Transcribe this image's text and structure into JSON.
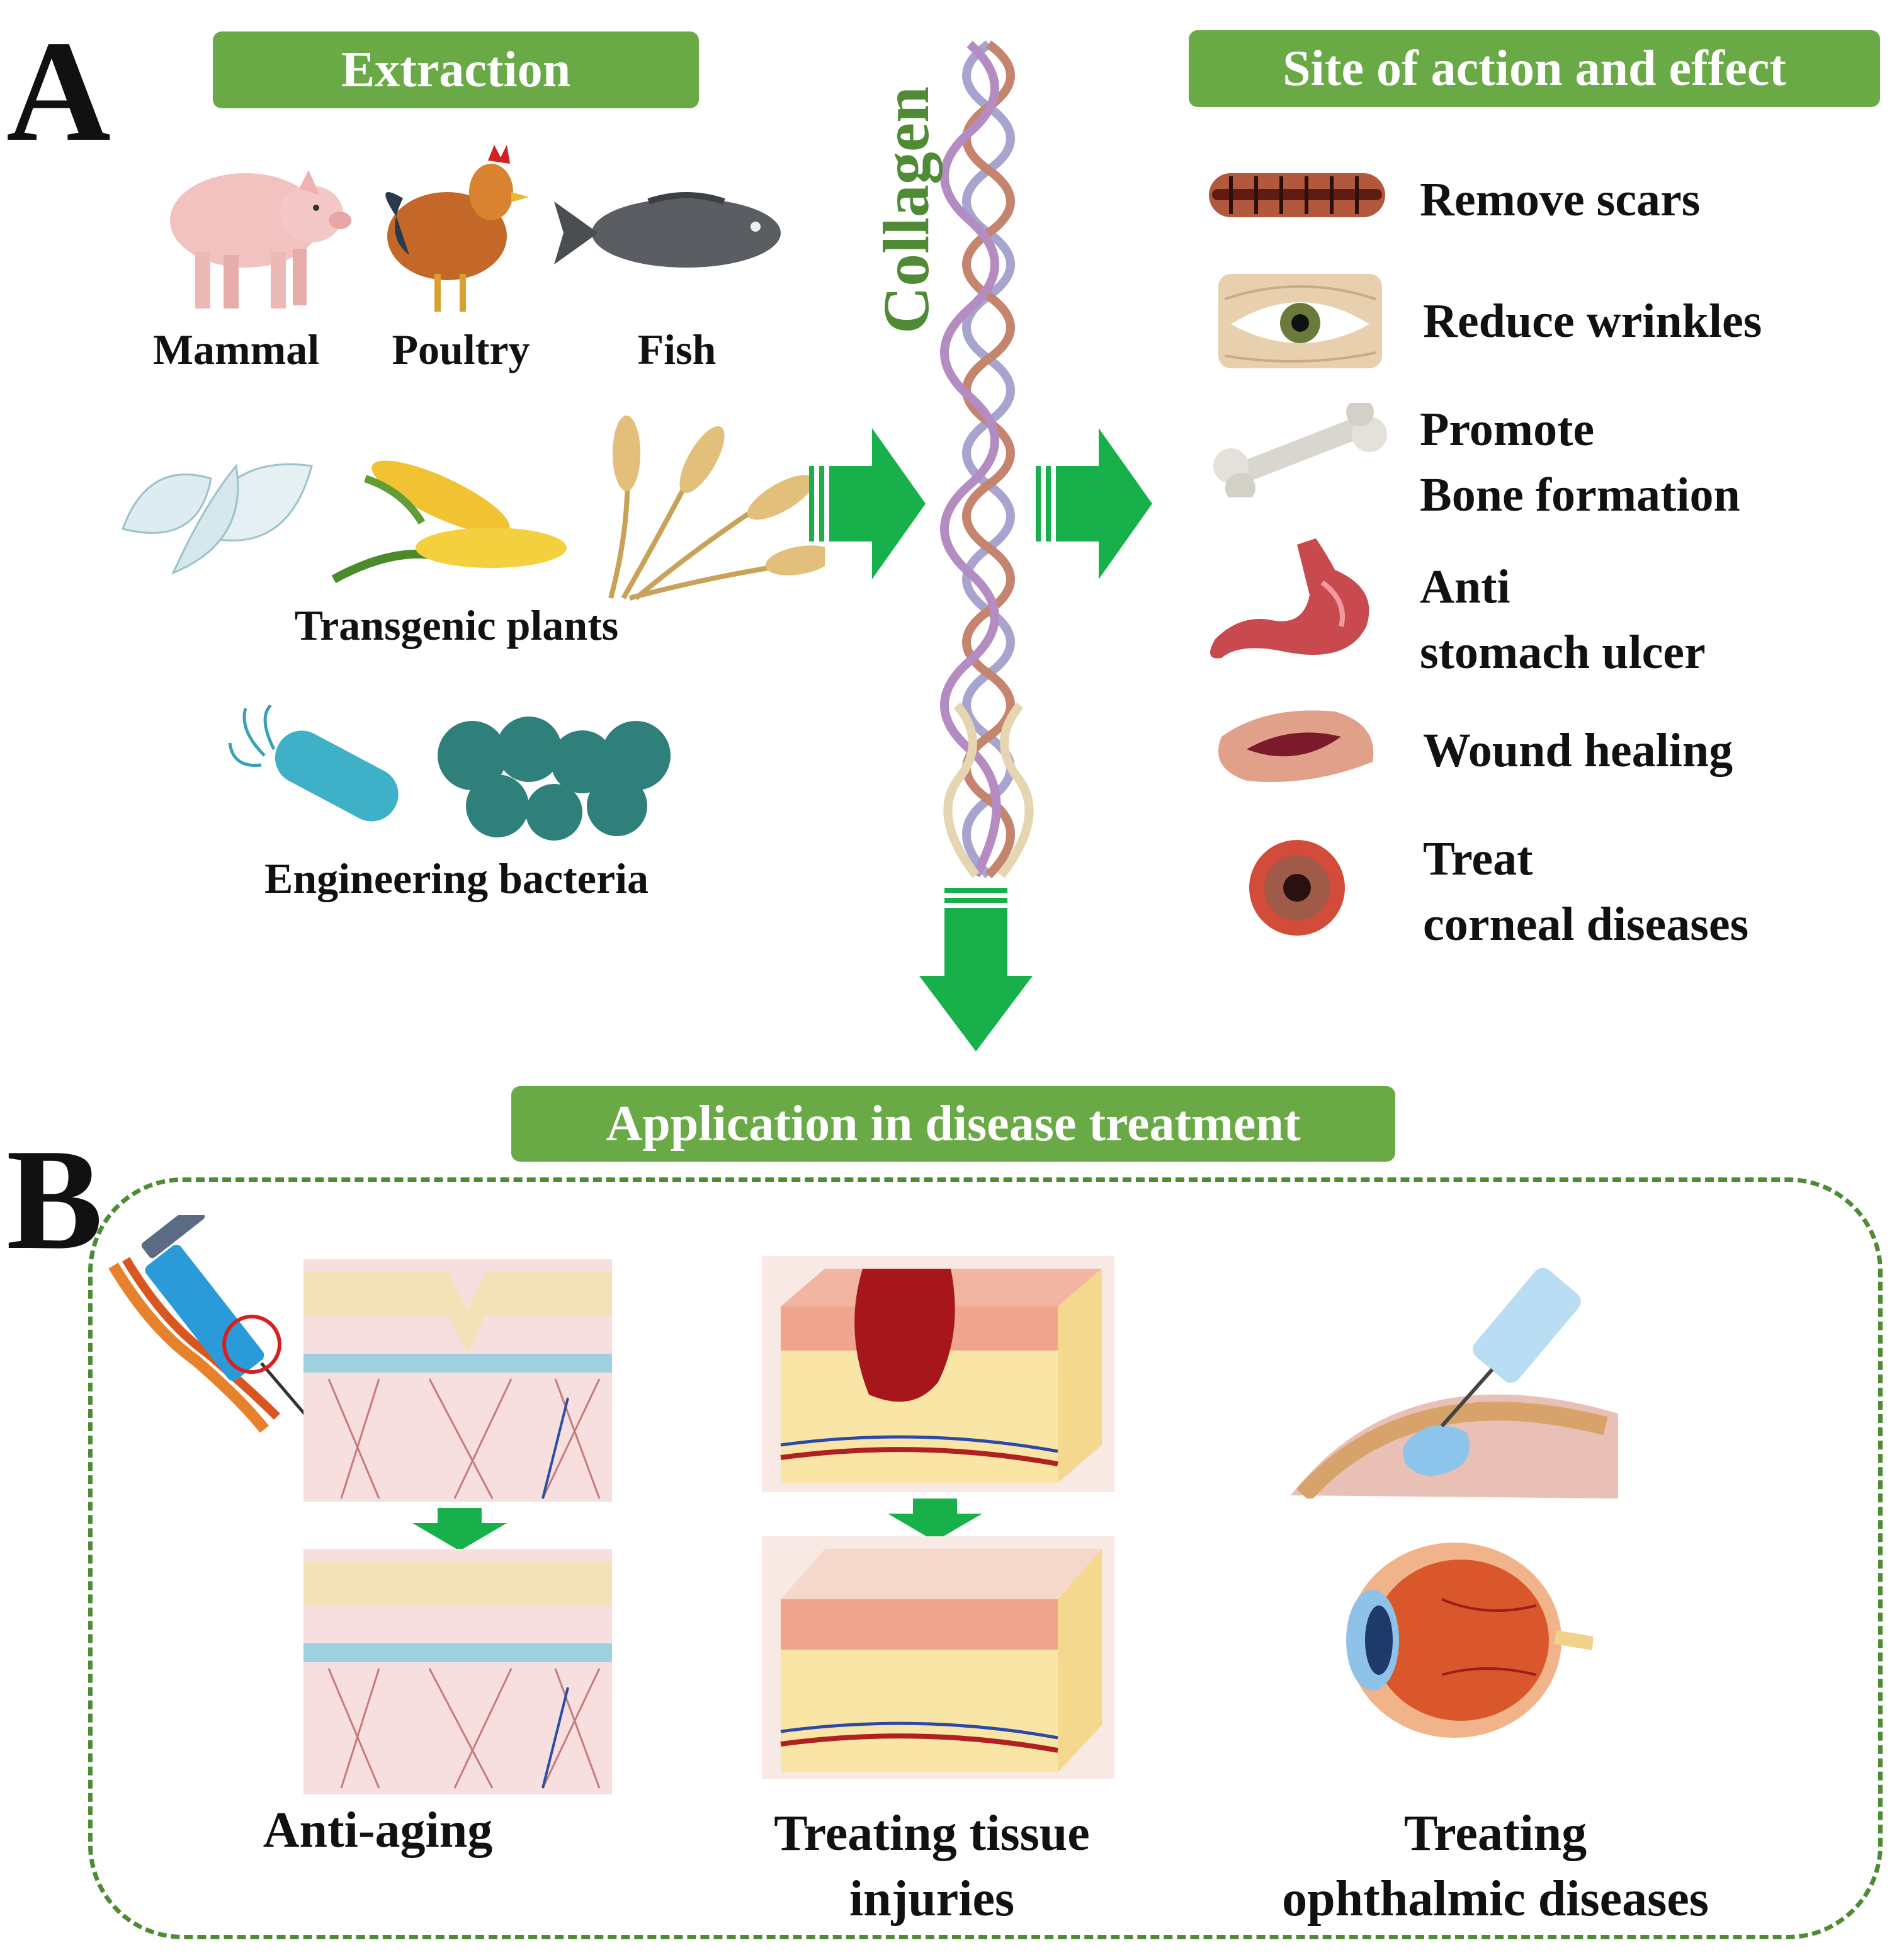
{
  "panel_a": {
    "letter": "A",
    "extraction_title": "Extraction",
    "site_title": "Site of action and effect",
    "center_label": "Collagen",
    "sources": {
      "mammal": "Mammal",
      "poultry": "Poultry",
      "fish": "Fish",
      "plants": "Transgenic plants",
      "bacteria": "Engineering bacteria"
    },
    "effects": [
      {
        "line1": "Remove scars",
        "line2": "",
        "icon": "scar-icon"
      },
      {
        "line1": "Reduce wrinkles",
        "line2": "",
        "icon": "wrinkled-eye-icon"
      },
      {
        "line1": "Promote",
        "line2": "Bone formation",
        "icon": "bone-icon"
      },
      {
        "line1": "Anti",
        "line2": "stomach ulcer",
        "icon": "stomach-icon"
      },
      {
        "line1": "Wound healing",
        "line2": "",
        "icon": "wound-icon"
      },
      {
        "line1": "Treat",
        "line2": "corneal diseases",
        "icon": "cornea-icon"
      }
    ]
  },
  "panel_b": {
    "letter": "B",
    "title": "Application in disease treatment",
    "applications": [
      {
        "line1": "Anti-aging",
        "line2": ""
      },
      {
        "line1": "Treating tissue",
        "line2": "injuries"
      },
      {
        "line1": "Treating",
        "line2": "ophthalmic diseases"
      }
    ]
  },
  "colors": {
    "banner_green": "#6aaa46",
    "arrow_green": "#17b04a",
    "title_green": "#4f8a35",
    "dash_green": "#4f8a35"
  }
}
